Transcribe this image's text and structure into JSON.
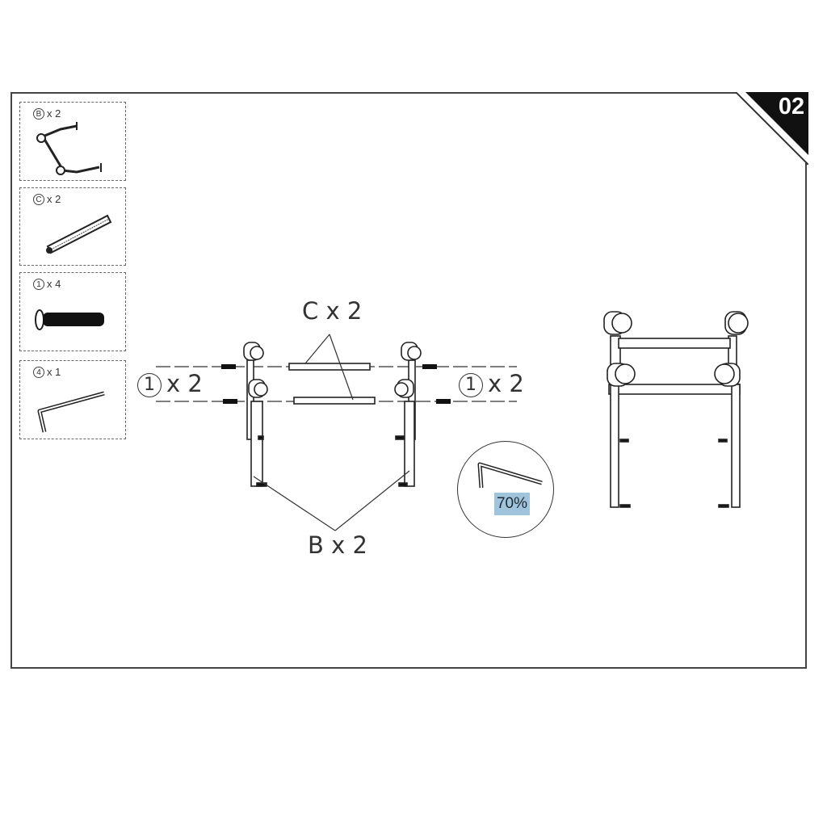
{
  "page": {
    "step_number": "02"
  },
  "parts": [
    {
      "id": "B",
      "symbol": "B",
      "quantity_label": "x 2",
      "icon": "frame-side-bracket-icon"
    },
    {
      "id": "C",
      "symbol": "C",
      "quantity_label": "x 2",
      "icon": "crossbar-tube-icon"
    },
    {
      "id": "1",
      "symbol": "1",
      "quantity_label": "x 4",
      "icon": "bolt-icon"
    },
    {
      "id": "4",
      "symbol": "4",
      "quantity_label": "x 1",
      "icon": "allen-key-icon"
    }
  ],
  "diagram": {
    "callouts": {
      "crossbars": "C x 2",
      "side_frames": "B x 2",
      "bolts_left_symbol": "1",
      "bolts_left_qty": "x 2",
      "bolts_right_symbol": "1",
      "bolts_right_qty": "x 2"
    },
    "tool_inset": {
      "icon": "allen-key-icon",
      "tightness_label": "70%",
      "highlight_color": "#9fc4dc"
    }
  },
  "colors": {
    "line": "#333333",
    "frame_border": "#444444",
    "corner_fill": "#111111"
  }
}
